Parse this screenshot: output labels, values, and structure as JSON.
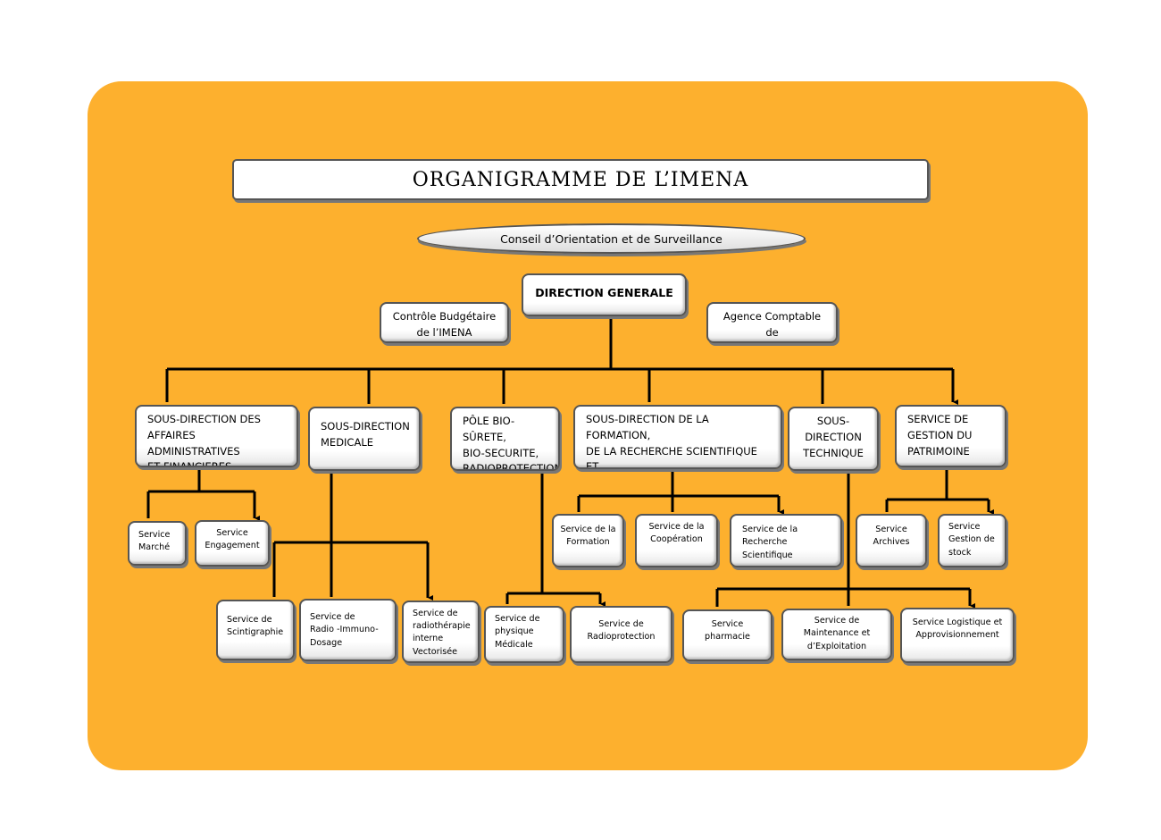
{
  "title": "ORGANIGRAMME DE L’IMENA",
  "council": "Conseil d’Orientation et de Surveillance",
  "direction_generale": "DIRECTION GENERALE",
  "controle_budgetaire": "Contrôle  Budgétaire\nde l’IMENA",
  "agence_comptable": "Agence Comptable de\nL’IMENA",
  "divisions": {
    "daf": {
      "label": "SOUS-DIRECTION DES\nAFFAIRES  ADMINISTRATIVES\nET FINANCIERES",
      "services": [
        "Service\nMarché",
        "Service\nEngagement"
      ]
    },
    "medicale": {
      "label": "SOUS-DIRECTION\nMEDICALE",
      "services": [
        "Service de\nScintigraphie",
        "Service de\nRadio -Immuno-\nDosage",
        "Service de\nradiothérapie\ninterne\nVectorisée"
      ]
    },
    "pole": {
      "label": "PÔLE BIO-SÛRETE,\nBIO-SECURITE,\nRADIOPROTECTION",
      "services": [
        "Service  de\nphysique\nMédicale",
        "Service  de\nRadioprotection"
      ]
    },
    "formation": {
      "label": "SOUS-DIRECTION DE LA FORMATION,\nDE LA RECHERCHE SCIENTIFIQUE  ET\nDE LA COOPERATION",
      "services": [
        "Service de  la\nFormation",
        "Service de la\nCoopération",
        "Service de la\nRecherche Scientifique"
      ]
    },
    "technique": {
      "label": "SOUS-\nDIRECTION\nTECHNIQUE",
      "services": [
        "Service\npharmacie",
        "Service de\nMaintenance et\nd’Exploitation",
        "Service Logistique et\nApprovisionnement"
      ]
    },
    "patrimoine": {
      "label": "SERVICE DE\nGESTION DU\nPATRIMOINE",
      "services": [
        "Service\nArchives",
        "Service\nGestion de\nstock"
      ]
    }
  },
  "colors": {
    "background": "#FDB02E",
    "box": "#FFFFFF",
    "line": "#000000"
  }
}
